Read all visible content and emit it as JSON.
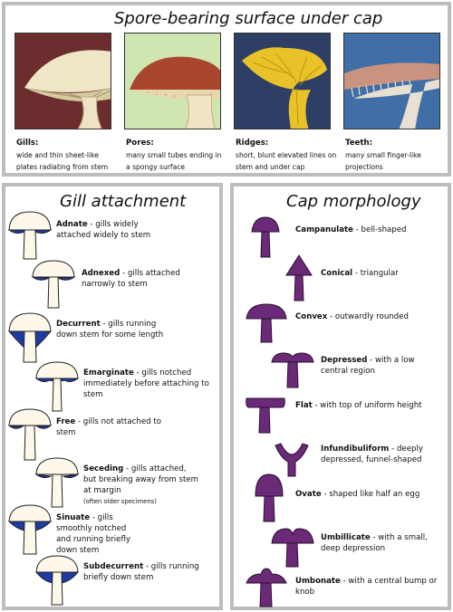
{
  "spore": {
    "title": "Spore-bearing surface under cap",
    "items": [
      {
        "name": "Gills:",
        "desc": "wide and thin sheet-like plates radiating from stem"
      },
      {
        "name": "Pores:",
        "desc": "many small tubes ending in a spongy surface"
      },
      {
        "name": "Ridges:",
        "desc": "short, blunt elevated lines on stem and under cap"
      },
      {
        "name": "Teeth:",
        "desc": "many small finger-like projections"
      }
    ]
  },
  "gill_attachment": {
    "title": "Gill attachment",
    "items": [
      {
        "name": "Adnate",
        "desc": " - gills widely attached widely to stem"
      },
      {
        "name": "Adnexed",
        "desc": " - gills attached narrowly to stem"
      },
      {
        "name": "Decurrent",
        "desc": " - gills running down stem for some length"
      },
      {
        "name": "Emarginate",
        "desc": " - gills notched immediately before attaching to stem"
      },
      {
        "name": "Free",
        "desc": " - gills not attached to stem"
      },
      {
        "name": "Seceding",
        "desc": " - gills attached, but breaking away from stem at margin",
        "note": "(often older specimens)"
      },
      {
        "name": "Sinuate",
        "desc": " - gills smoothly notched and running briefly down stem"
      },
      {
        "name": "Subdecurrent",
        "desc": " - gills running briefly down stem"
      }
    ]
  },
  "cap_morphology": {
    "title": "Cap morphology",
    "items": [
      {
        "name": "Campanulate",
        "desc": " - bell-shaped"
      },
      {
        "name": "Conical",
        "desc": " - triangular"
      },
      {
        "name": "Convex",
        "desc": " - outwardly rounded"
      },
      {
        "name": "Depressed",
        "desc": " - with a low central region"
      },
      {
        "name": "Flat",
        "desc": " - with top of uniform height"
      },
      {
        "name": "Infundibuliform",
        "desc": " - deeply depressed, funnel-shaped"
      },
      {
        "name": "Ovate",
        "desc": " - shaped like half an egg"
      },
      {
        "name": "Umbillicate",
        "desc": " - with a small, deep depression"
      },
      {
        "name": "Umbonate",
        "desc": " - with a central bump or knob"
      }
    ]
  },
  "colors": {
    "border": "#bdbdbd",
    "gill_blue": "#1f3aa0",
    "cream": "#fdf8ea",
    "purple": "#6b2a78",
    "gills_bg": "#6b2d2d",
    "pores_bg": "#cfe6b0",
    "ridges_bg": "#2e3f66",
    "teeth_bg": "#3f6fa6"
  }
}
